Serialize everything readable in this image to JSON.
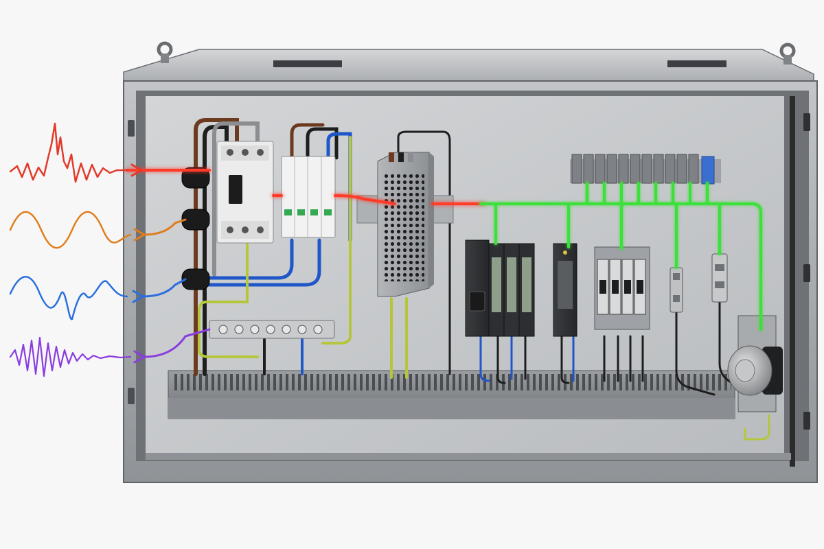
{
  "colors": {
    "background": "#f7f7f7",
    "enclosure_steel": "#a9abae",
    "enclosure_dark": "#5f6266",
    "backplate": "#c9cbcd",
    "cable_brown": "#6b3a1f",
    "cable_black": "#1e1e1e",
    "cable_blue": "#1f57c8",
    "cable_grey": "#8b8d90",
    "cable_yellow_green": "#b5c63a",
    "signal_spike_red": "#e23a2a",
    "signal_sine_orange": "#e07d1c",
    "signal_distorted_blue": "#2a6fe0",
    "signal_burst_purple": "#8a3de0",
    "energy_red": "#ff3b2a",
    "clean_signal_green": "#3ee03a",
    "surge_protector_green": "#34a853"
  },
  "input_signals": [
    {
      "kind": "spike-transient",
      "color_key": "signal_spike_red"
    },
    {
      "kind": "sine-wave",
      "color_key": "signal_sine_orange"
    },
    {
      "kind": "distorted-wave",
      "color_key": "signal_distorted_blue"
    },
    {
      "kind": "high-frequency-burst",
      "color_key": "signal_burst_purple"
    }
  ],
  "components": [
    {
      "id": "ferrite-chokes",
      "icon": "ferrite-core-icon"
    },
    {
      "id": "circuit-breaker",
      "icon": "breaker-icon"
    },
    {
      "id": "surge-protection-device",
      "icon": "spd-icon"
    },
    {
      "id": "power-supply-filter",
      "icon": "psu-icon"
    },
    {
      "id": "terminal-block-strip",
      "icon": "terminal-icon"
    },
    {
      "id": "plc-rack",
      "icon": "plc-icon"
    },
    {
      "id": "io-module",
      "icon": "module-icon"
    },
    {
      "id": "relay-bank",
      "icon": "relay-icon"
    },
    {
      "id": "shielded-sensor-cables",
      "icon": "connector-icon"
    },
    {
      "id": "earth-ground-bar",
      "icon": "ground-bar-icon"
    },
    {
      "id": "encoder-motor",
      "icon": "encoder-icon"
    },
    {
      "id": "cable-duct",
      "icon": "duct-icon"
    }
  ]
}
